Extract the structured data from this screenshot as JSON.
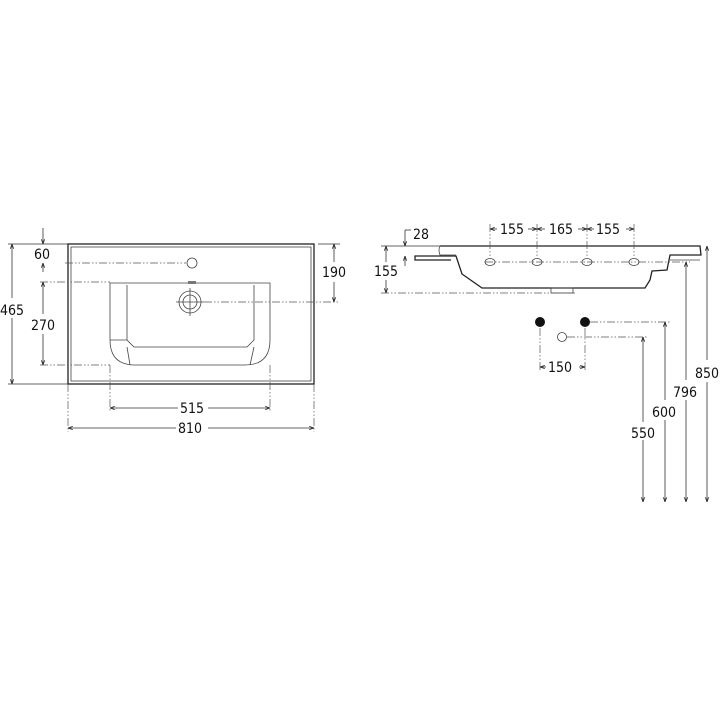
{
  "top_view": {
    "dimensions": {
      "overall_depth": "465",
      "tap_offset": "60",
      "basin_depth": "270",
      "drain_offset": "190",
      "basin_width": "515",
      "overall_width": "810"
    }
  },
  "side_view": {
    "dimensions": {
      "rim_thickness": "28",
      "basin_height": "155",
      "tap_spacing_1": "155",
      "tap_spacing_2": "165",
      "tap_spacing_3": "155",
      "supply_spacing": "150",
      "waste_height": "550",
      "supply_height": "600",
      "underside_height": "796",
      "top_height": "850"
    }
  }
}
